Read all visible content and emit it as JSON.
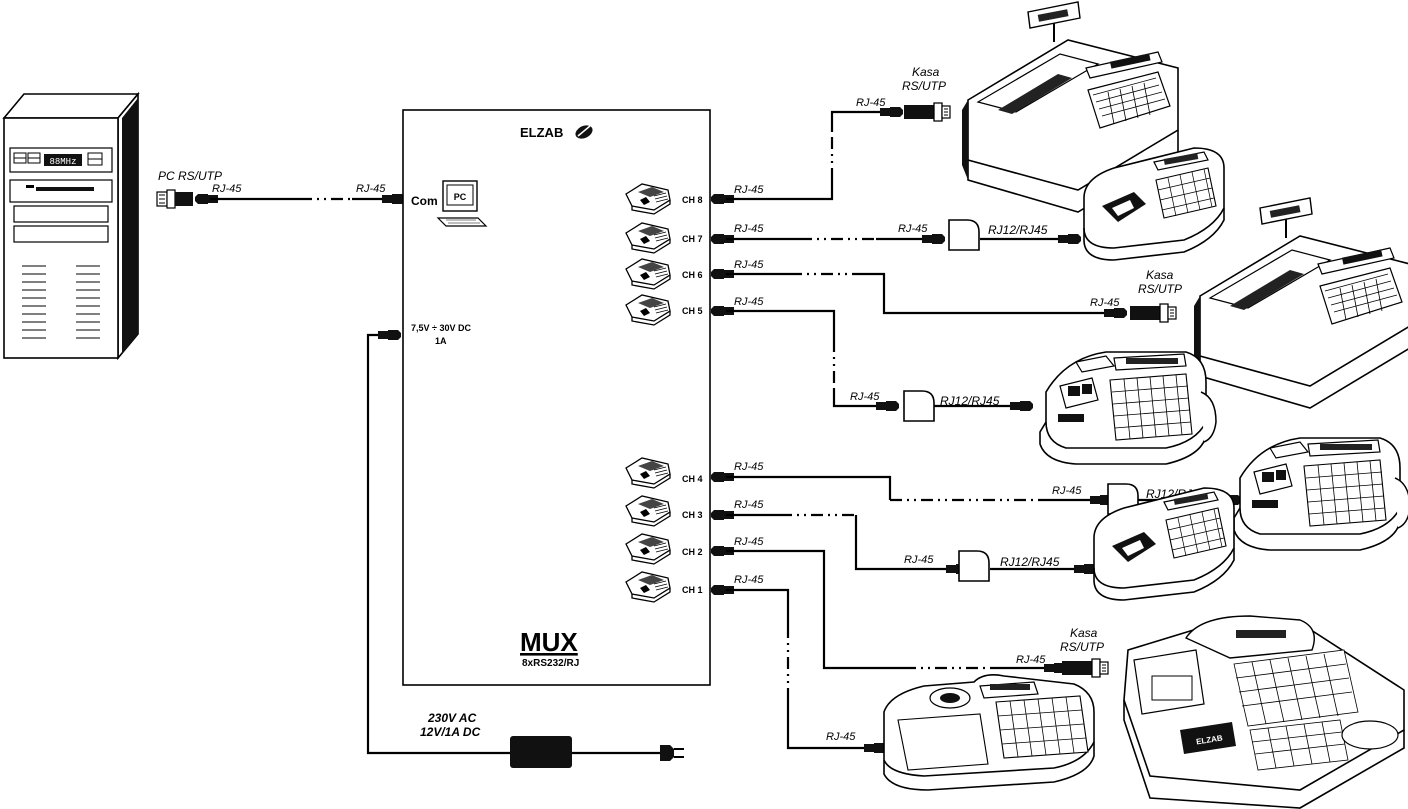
{
  "mux": {
    "brand": "ELZAB",
    "title": "MUX",
    "subtitle": "8xRS232/RJ",
    "com_label": "Com",
    "pc_icon_text": "PC",
    "power_label_1": "7,5V ÷ 30V DC",
    "power_label_2": "1A",
    "channels": [
      "CH 8",
      "CH 7",
      "CH 6",
      "CH 5",
      "CH 4",
      "CH 3",
      "CH 2",
      "CH 1"
    ]
  },
  "pc": {
    "display_text": "88MHz",
    "connector_label": "PC RS/UTP"
  },
  "connectors": {
    "rj45": "RJ-45",
    "rj12_rj45": "RJ12/RJ45",
    "kasa": "Kasa",
    "rs_utp": "RS/UTP"
  },
  "power_supply": {
    "label_1": "230V AC",
    "label_2": "12V/1A DC"
  },
  "register_brand": "ELZAB"
}
